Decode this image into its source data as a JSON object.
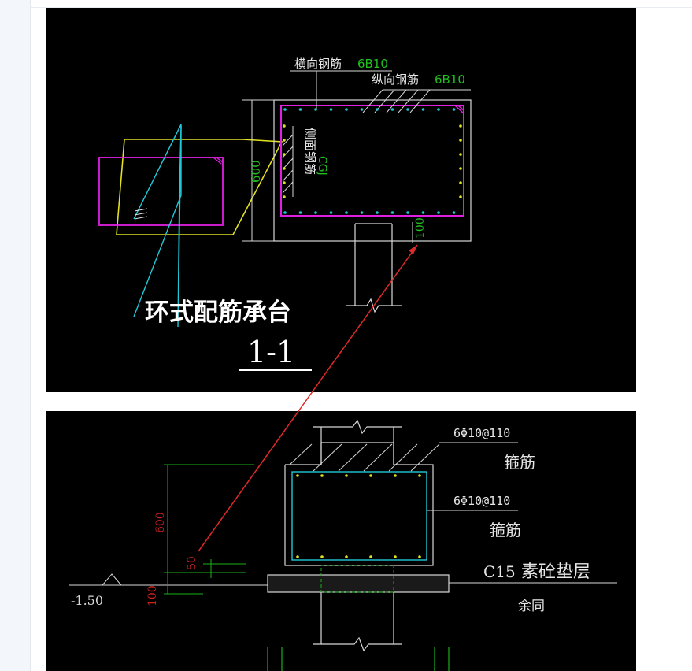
{
  "colors": {
    "canvas_bg": "#000000",
    "page_bg": "#ffffff",
    "rail_bg": "#f3f6fb",
    "white_line": "#e6e6e6",
    "green_text": "#20c020",
    "magenta": "#e020e0",
    "cyan": "#20c8d8",
    "yellow": "#e0e020",
    "red_dim": "#d02020",
    "dim_green": "#18b018",
    "annotation_arrow": "#e02a2a"
  },
  "top_drawing": {
    "label_transverse": "横向钢筋",
    "label_transverse_spec": "6B10",
    "label_longitudinal": "纵向钢筋",
    "label_longitudinal_spec": "6B10",
    "label_side_bars": "侧面钢筋",
    "label_side_code": "CGJ",
    "dim_height": "600",
    "dim_pad": "100",
    "title": "环式配筋承台",
    "section_mark": "1-1"
  },
  "bottom_drawing": {
    "stirrup_spec_1": "6Φ10@110",
    "stirrup_label_1": "箍筋",
    "stirrup_spec_2": "6Φ10@110",
    "stirrup_label_2": "箍筋",
    "cushion_grade": "C15",
    "cushion_label": "素砼垫层",
    "same_note": "余同",
    "elevation": "-1.50",
    "dim_height": "600",
    "dim_50": "50",
    "dim_100": "100"
  }
}
